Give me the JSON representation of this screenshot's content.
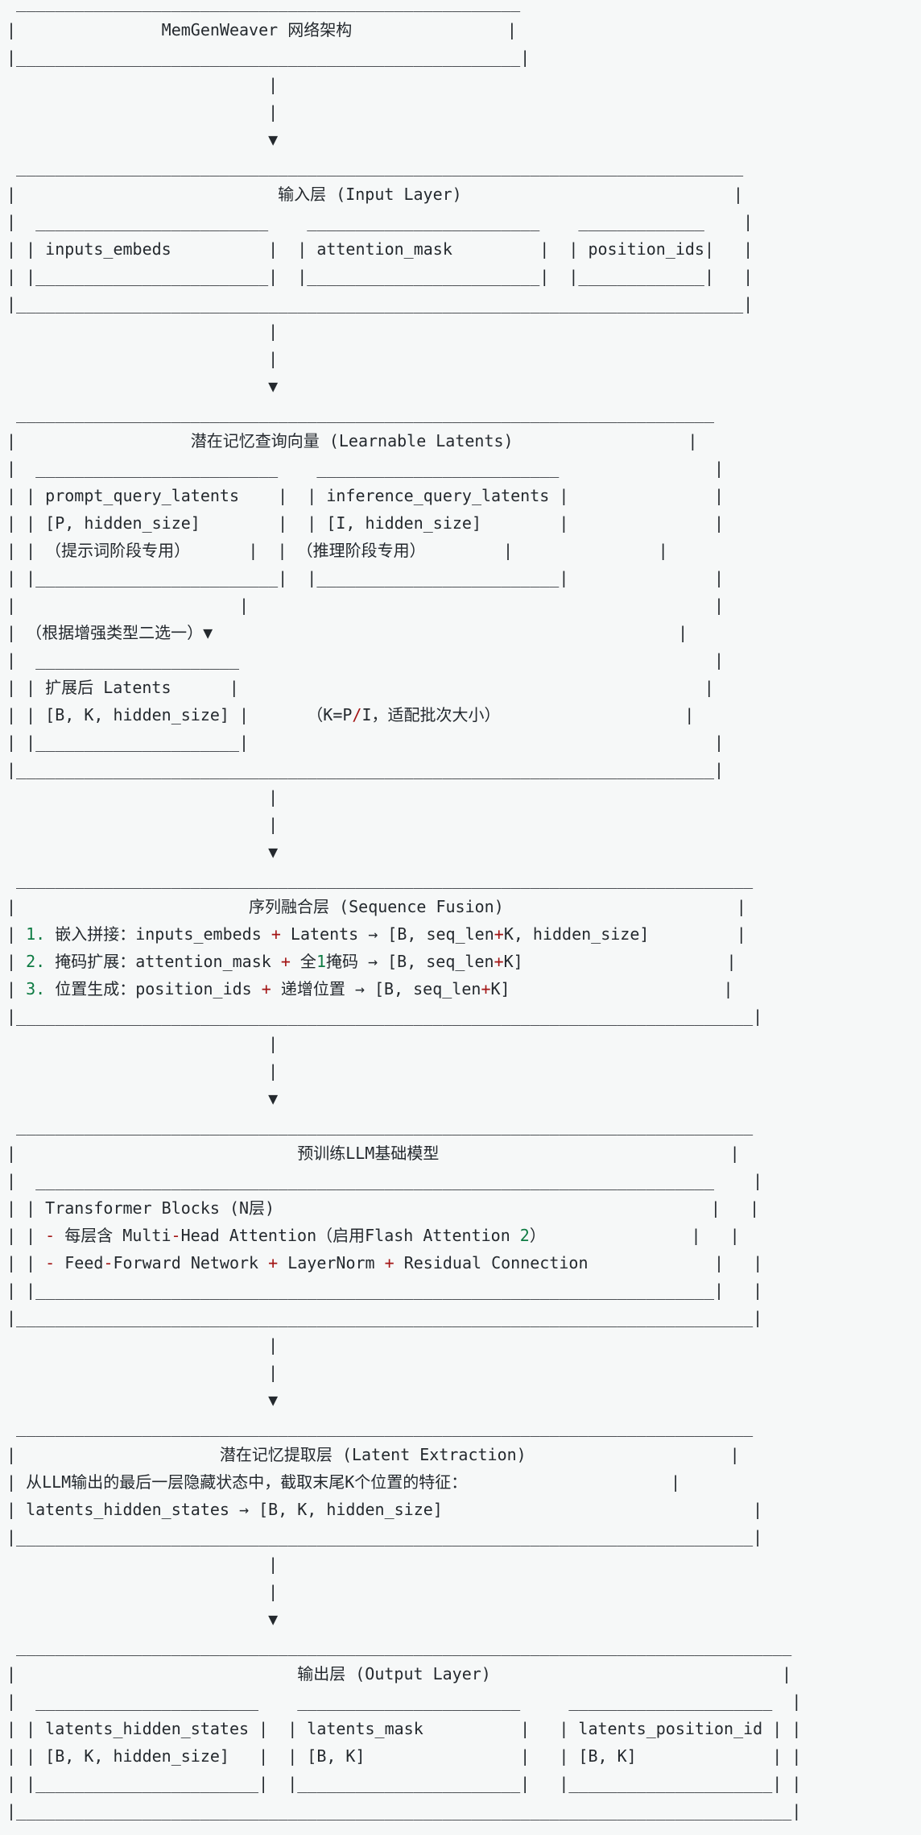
{
  "meta": {
    "title": "MemGenWeaver 网络架构"
  },
  "colors": {
    "background": "#f6f8f8",
    "text": "#24292e",
    "operator_red": "#a31515",
    "number_green": "#0e7b43"
  },
  "blocks": [
    "MemGenWeaver 网络架构",
    "输入层 (Input Layer)",
    "潜在记忆查询向量 (Learnable Latents)",
    "序列融合层 (Sequence Fusion)",
    "预训练LLM基础模型",
    "潜在记忆提取层 (Latent Extraction)",
    "输出层 (Output Layer)"
  ],
  "diagram": {
    "lines": [
      " ____________________________________________________",
      "|               MemGenWeaver 网络架构                |",
      "|____________________________________________________|",
      "                           |",
      "                           |",
      "                           ▼",
      " ___________________________________________________________________________",
      "|                           输入层 (Input Layer)                            |",
      "|  ________________________    ________________________    _____________    |",
      "| | inputs_embeds          |  | attention_mask         |  | position_ids|   |",
      "| |________________________|  |________________________|  |_____________|   |",
      "|___________________________________________________________________________|",
      "                           |",
      "                           |",
      "                           ▼",
      " ________________________________________________________________________",
      "|                  潜在记忆查询向量 (Learnable Latents)                  |",
      "|  _________________________    _________________________                |",
      "| | prompt_query_latents    |  | inference_query_latents |               |",
      "| | [P, hidden_size]        |  | [I, hidden_size]        |               |",
      "| | （提示词阶段专用）      |  | （推理阶段专用）        |               |",
      "| |_________________________|  |_________________________|               |",
      "|                       |                                                |",
      "| （根据增强类型二选一）▼                                                |",
      "|  _____________________                                                 |",
      "| | 扩展后 Latents      |                                                |",
      [
        [
          "",
          "| | [B, K, hidden_size] |      （K=P"
        ],
        [
          "r",
          "/"
        ],
        [
          "",
          "I，适配批次大小）                   |"
        ]
      ],
      "| |_____________________|                                                |",
      "|________________________________________________________________________|",
      "                           |",
      "                           |",
      "                           ▼",
      " ____________________________________________________________________________",
      "|                        序列融合层 (Sequence Fusion)                        |",
      [
        [
          "",
          "| "
        ],
        [
          "g",
          "1."
        ],
        [
          "",
          " 嵌入拼接：inputs_embeds "
        ],
        [
          "r",
          "+"
        ],
        [
          "",
          " Latents → [B, seq_len"
        ],
        [
          "r",
          "+"
        ],
        [
          "",
          "K, hidden_size]         |"
        ]
      ],
      [
        [
          "",
          "| "
        ],
        [
          "g",
          "2."
        ],
        [
          "",
          " 掩码扩展：attention_mask "
        ],
        [
          "r",
          "+"
        ],
        [
          "",
          " 全"
        ],
        [
          "g",
          "1"
        ],
        [
          "",
          "掩码 → [B, seq_len"
        ],
        [
          "r",
          "+"
        ],
        [
          "",
          "K]                     |"
        ]
      ],
      [
        [
          "",
          "| "
        ],
        [
          "g",
          "3."
        ],
        [
          "",
          " 位置生成：position_ids "
        ],
        [
          "r",
          "+"
        ],
        [
          "",
          " 递增位置 → [B, seq_len"
        ],
        [
          "r",
          "+"
        ],
        [
          "",
          "K]                      |"
        ]
      ],
      "|____________________________________________________________________________|",
      "                           |",
      "                           |",
      "                           ▼",
      " ____________________________________________________________________________",
      "|                             预训练LLM基础模型                              |",
      "|  ______________________________________________________________________    |",
      "| | Transformer Blocks (N层)                                             |   |",
      [
        [
          "",
          "| | "
        ],
        [
          "r",
          "-"
        ],
        [
          "",
          " 每层含 Multi"
        ],
        [
          "r",
          "-"
        ],
        [
          "",
          "Head Attention（启用Flash Attention "
        ],
        [
          "g",
          "2"
        ],
        [
          "",
          "）               |   |"
        ]
      ],
      [
        [
          "",
          "| | "
        ],
        [
          "r",
          "-"
        ],
        [
          "",
          " Feed"
        ],
        [
          "r",
          "-"
        ],
        [
          "",
          "Forward Network "
        ],
        [
          "r",
          "+"
        ],
        [
          "",
          " LayerNorm "
        ],
        [
          "r",
          "+"
        ],
        [
          "",
          " Residual Connection             |   |"
        ]
      ],
      "| |______________________________________________________________________|   |",
      "|____________________________________________________________________________|",
      "                           |",
      "                           |",
      "                           ▼",
      " ____________________________________________________________________________",
      "|                     潜在记忆提取层 (Latent Extraction)                     |",
      "| 从LLM输出的最后一层隐藏状态中，截取末尾K个位置的特征：                     |",
      "| latents_hidden_states → [B, K, hidden_size]                                |",
      "|____________________________________________________________________________|",
      "                           |",
      "                           |",
      "                           ▼",
      " ________________________________________________________________________________",
      "|                             输出层 (Output Layer)                              |",
      "|  _______________________    _______________________     _____________________  |",
      "| | latents_hidden_states |  | latents_mask          |   | latents_position_id | |",
      "| | [B, K, hidden_size]   |  | [B, K]                |   | [B, K]              | |",
      "| |_______________________|  |_______________________|   |_____________________| |",
      "|________________________________________________________________________________|"
    ]
  }
}
